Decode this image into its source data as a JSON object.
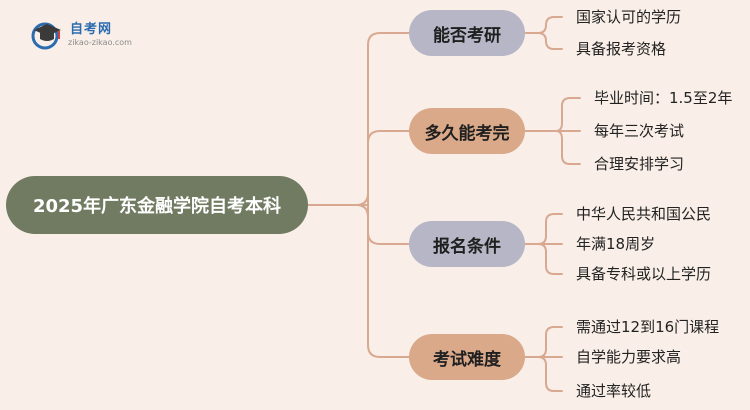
{
  "logo": {
    "name": "自考网",
    "url": "zikao-zikao.com",
    "icon": "graduation-cap-icon"
  },
  "root": {
    "label": "2025年广东金融学院自考本科"
  },
  "branches": [
    {
      "label": "能否考研",
      "leaves": [
        "国家认可的学历",
        "具备报考资格"
      ]
    },
    {
      "label": "多久能考完",
      "leaves": [
        "毕业时间：1.5至2年",
        "每年三次考试",
        "合理安排学习"
      ]
    },
    {
      "label": "报名条件",
      "leaves": [
        "中华人民共和国公民",
        "年满18周岁",
        "具备专科或以上学历"
      ]
    },
    {
      "label": "考试难度",
      "leaves": [
        "需通过12到16门课程",
        "自学能力要求高",
        "通过率较低"
      ]
    }
  ],
  "colors": {
    "background": "#f9efe8",
    "root": "#717b62",
    "branch_grey": "#b6b6c6",
    "branch_tan": "#d9a98a",
    "connector": "#d8a890"
  }
}
